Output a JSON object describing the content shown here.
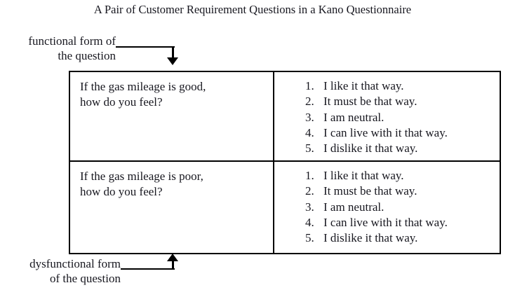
{
  "figure": {
    "title": "A Pair of Customer Requirement Questions in a Kano Questionnaire",
    "callouts": {
      "functional": {
        "line1": "functional form of",
        "line2": "the question"
      },
      "dysfunctional": {
        "line1": "dysfunctional form",
        "line2": "of the question"
      }
    },
    "table": {
      "rows": [
        {
          "form": "functional",
          "question_line1": "If the gas mileage is good,",
          "question_line2": "how do you feel?",
          "answers": [
            {
              "number": "1.",
              "text": "I like it that way."
            },
            {
              "number": "2.",
              "text": "It must be that way."
            },
            {
              "number": "3.",
              "text": "I am neutral."
            },
            {
              "number": "4.",
              "text": "I can live with it that way."
            },
            {
              "number": "5.",
              "text": "I dislike it that way."
            }
          ]
        },
        {
          "form": "dysfunctional",
          "question_line1": "If the gas mileage is poor,",
          "question_line2": "how do you feel?",
          "answers": [
            {
              "number": "1.",
              "text": "I like it that way."
            },
            {
              "number": "2.",
              "text": "It must be that way."
            },
            {
              "number": "3.",
              "text": "I am neutral."
            },
            {
              "number": "4.",
              "text": "I can live with it that way."
            },
            {
              "number": "5.",
              "text": "I dislike it that way."
            }
          ]
        }
      ]
    },
    "colors": {
      "ink": "#17171f",
      "rule": "#000000",
      "background": "#ffffff"
    }
  }
}
